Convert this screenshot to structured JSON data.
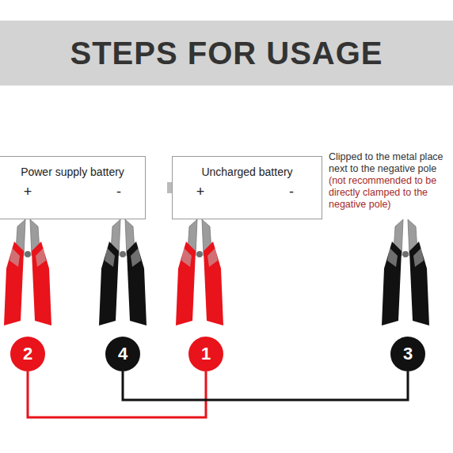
{
  "diagram": {
    "title": "STEPS FOR USAGE",
    "nodes": [
      {
        "text": [
          "Power supply battery",
          "+",
          "-"
        ]
      },
      {
        "text": [
          "Uncharged battery",
          "+",
          "-"
        ]
      },
      {
        "text": [
          "2"
        ]
      },
      {
        "text": [
          "4"
        ]
      },
      {
        "text": [
          "1"
        ]
      },
      {
        "text": [
          "3"
        ]
      }
    ],
    "edges": [
      {
        "from": 2,
        "to": 4,
        "arrow": "none"
      },
      {
        "from": 3,
        "to": 5,
        "arrow": "none"
      }
    ],
    "labels": [
      "Clipped to the metal place next to the negative pole",
      "(not recommended to be directly clamped to the negative pole)"
    ]
  }
}
